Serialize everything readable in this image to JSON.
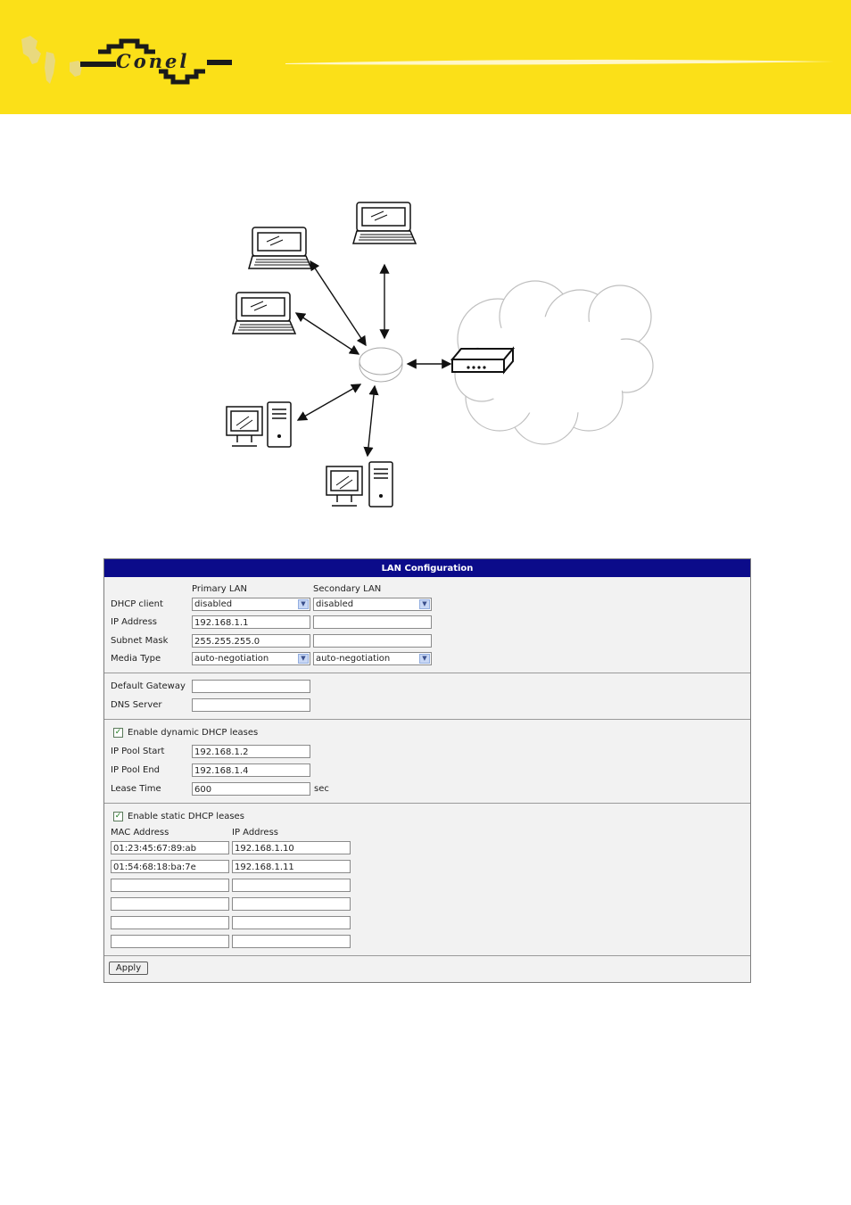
{
  "brand": {
    "logo_text": "Conel",
    "header_color": "#fbe018"
  },
  "panel": {
    "title": "LAN Configuration",
    "title_bg": "#0b0b8a",
    "col_primary": "Primary LAN",
    "col_secondary": "Secondary LAN",
    "rows": {
      "dhcp_client": {
        "label": "DHCP client",
        "primary": "disabled",
        "secondary": "disabled"
      },
      "ip_address": {
        "label": "IP Address",
        "primary": "192.168.1.1",
        "secondary": ""
      },
      "subnet_mask": {
        "label": "Subnet Mask",
        "primary": "255.255.255.0",
        "secondary": ""
      },
      "media_type": {
        "label": "Media Type",
        "primary": "auto-negotiation",
        "secondary": "auto-negotiation"
      }
    },
    "gateway": {
      "default_gateway_label": "Default Gateway",
      "default_gateway_value": "",
      "dns_server_label": "DNS Server",
      "dns_server_value": ""
    },
    "dynamic": {
      "enable_label": "Enable dynamic DHCP leases",
      "enabled": true,
      "pool_start_label": "IP Pool Start",
      "pool_start": "192.168.1.2",
      "pool_end_label": "IP Pool End",
      "pool_end": "192.168.1.4",
      "lease_time_label": "Lease Time",
      "lease_time": "600",
      "lease_unit": "sec"
    },
    "static": {
      "enable_label": "Enable static DHCP leases",
      "enabled": true,
      "mac_header": "MAC Address",
      "ip_header": "IP Address",
      "leases": [
        {
          "mac": "01:23:45:67:89:ab",
          "ip": "192.168.1.10"
        },
        {
          "mac": "01:54:68:18:ba:7e",
          "ip": "192.168.1.11"
        },
        {
          "mac": "",
          "ip": ""
        },
        {
          "mac": "",
          "ip": ""
        },
        {
          "mac": "",
          "ip": ""
        },
        {
          "mac": "",
          "ip": ""
        }
      ]
    },
    "apply_label": "Apply",
    "checkmark": "✓",
    "dropdown_arrow": "▼"
  }
}
